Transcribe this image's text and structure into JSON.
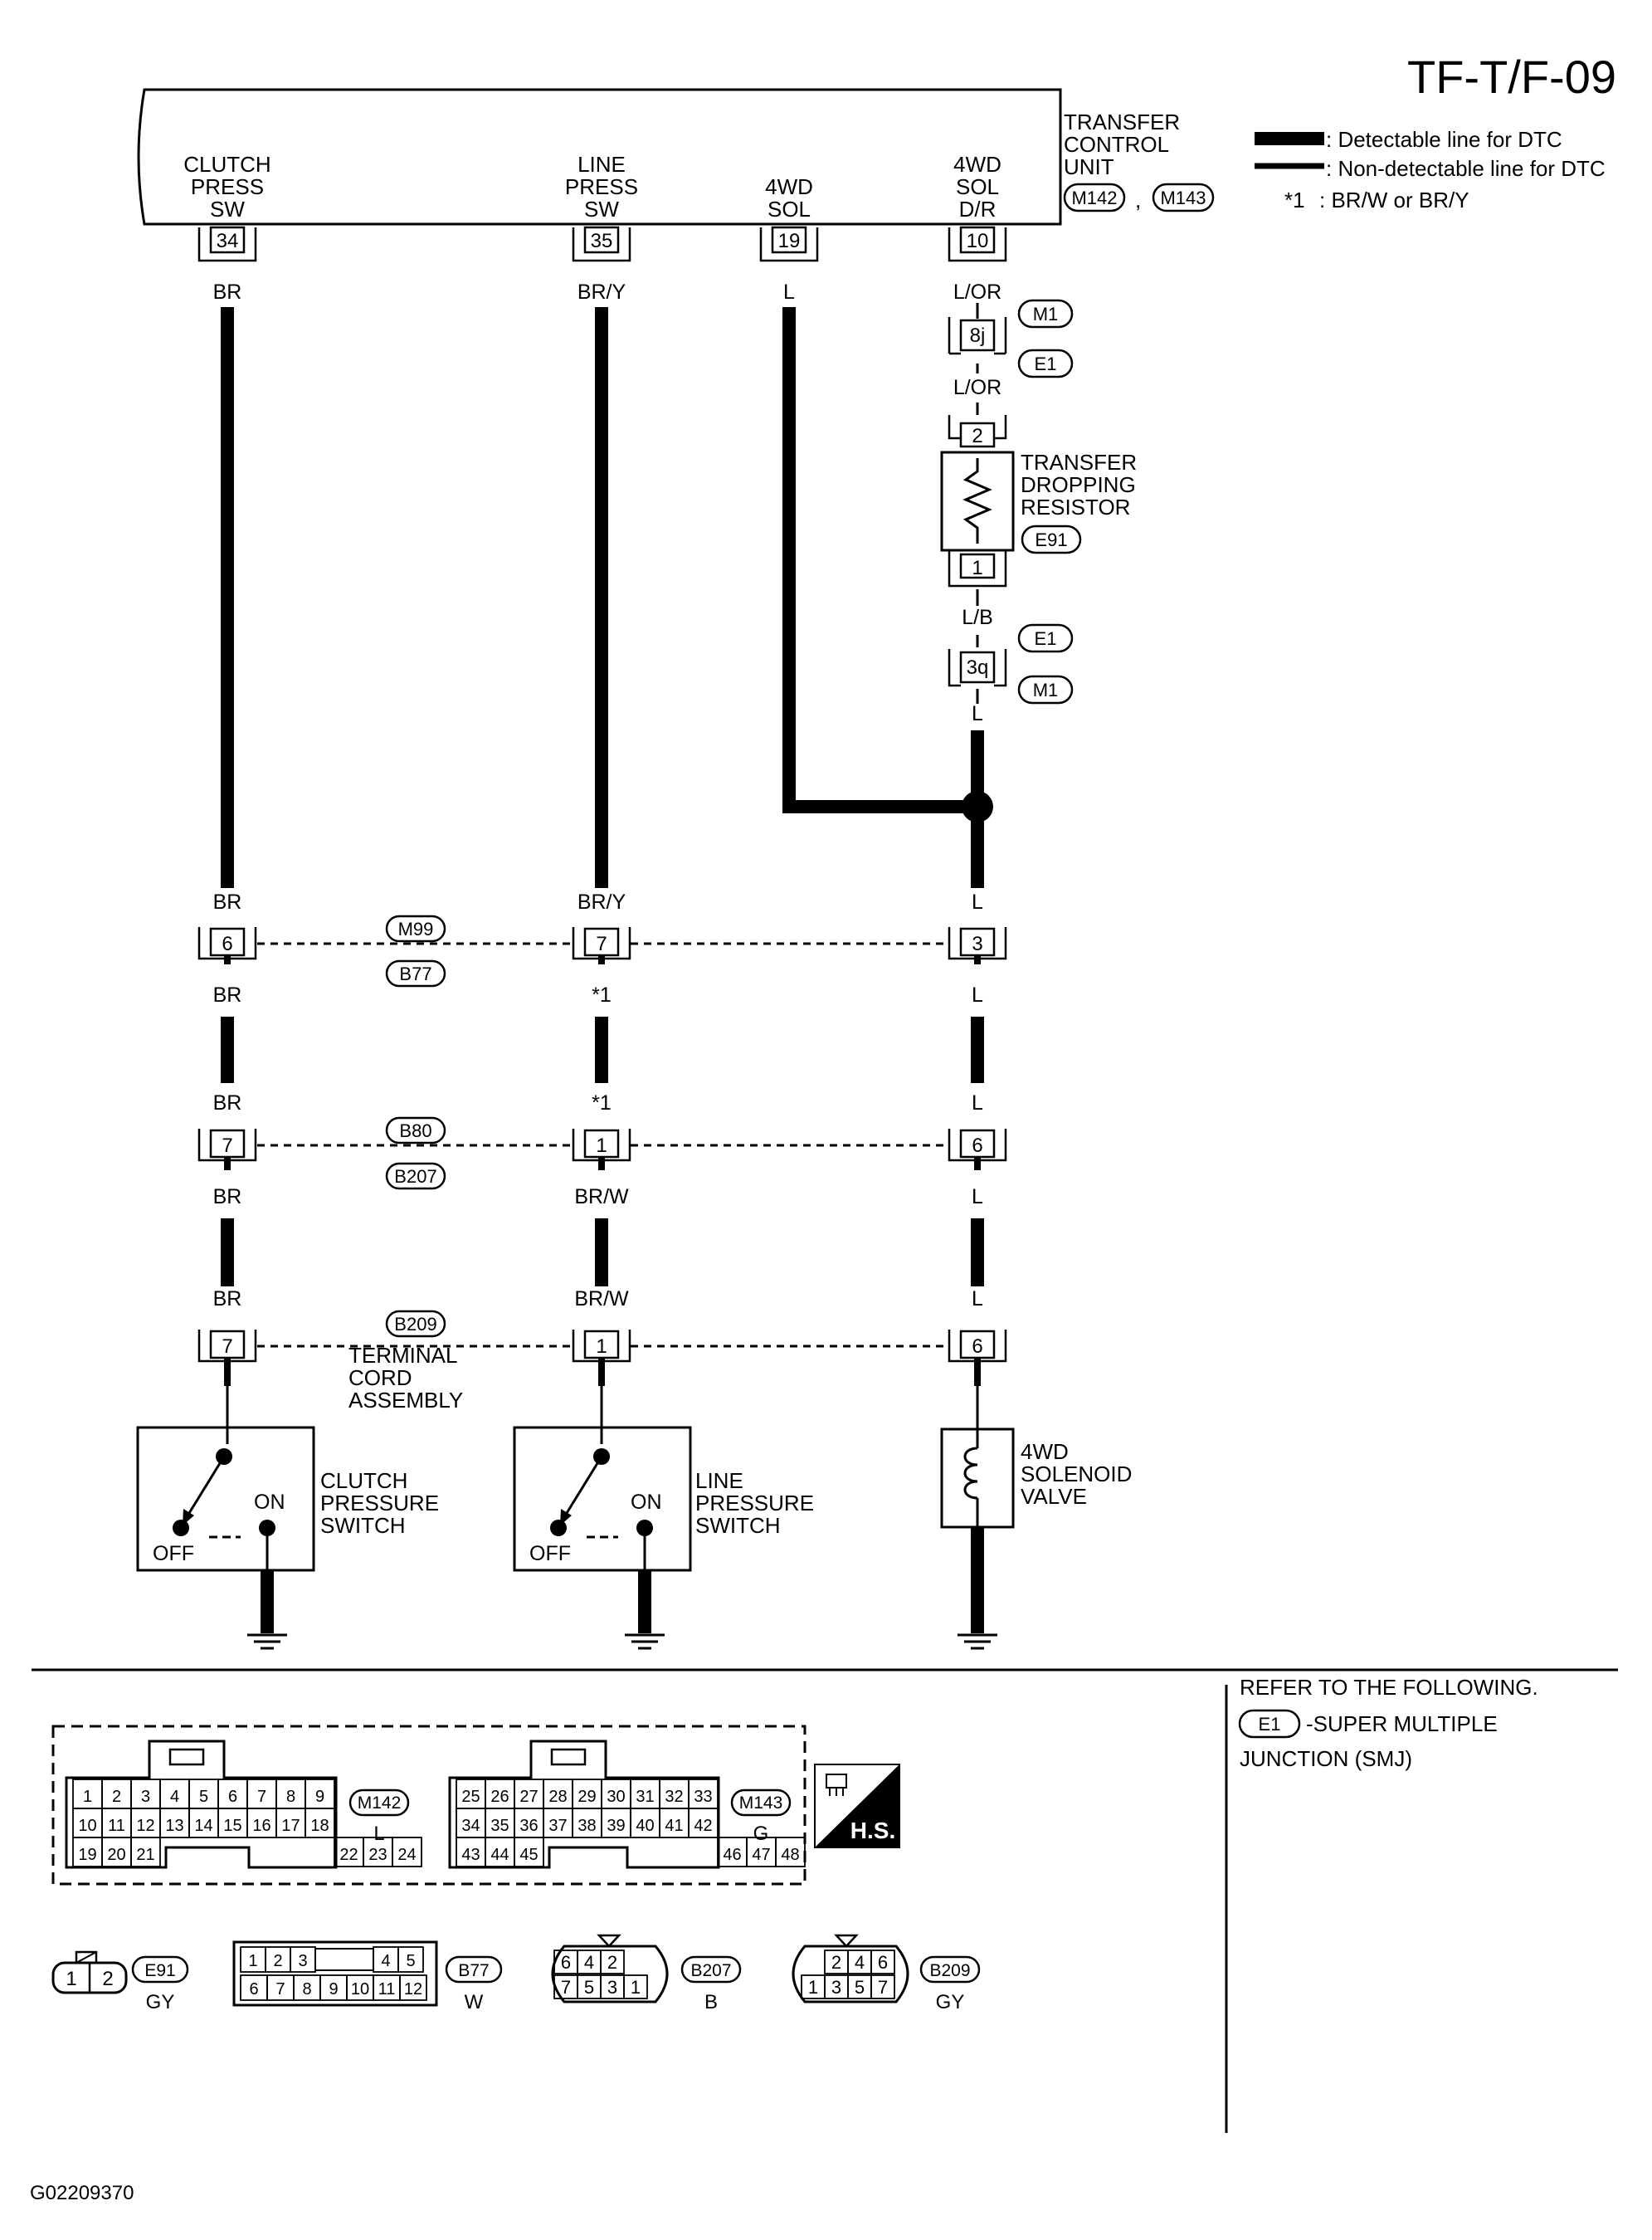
{
  "page_id": "TF-T/F-09",
  "figure_code": "G02209370",
  "legend": {
    "detectable": ": Detectable line for DTC",
    "non_detectable": ": Non-detectable line for DTC",
    "note_mark": "*1",
    "note_text": ": BR/W or BR/Y"
  },
  "tcu": {
    "title": [
      "TRANSFER",
      "CONTROL",
      "UNIT"
    ],
    "connectors": [
      "M142",
      "M143"
    ],
    "comma": ","
  },
  "columns": {
    "clutch": {
      "label": [
        "CLUTCH",
        "PRESS",
        "SW"
      ],
      "pin": "34",
      "wires": [
        "BR",
        "BR",
        "BR",
        "BR",
        "BR",
        "BR"
      ],
      "pins": [
        "6",
        "7",
        "7"
      ],
      "switch": [
        "CLUTCH",
        "PRESSURE",
        "SWITCH"
      ],
      "on": "ON",
      "off": "OFF"
    },
    "line": {
      "label": [
        "LINE",
        "PRESS",
        "SW"
      ],
      "pin": "35",
      "wires": [
        "BR/Y",
        "BR/Y",
        "*1",
        "*1",
        "BR/W",
        "BR/W"
      ],
      "pins": [
        "7",
        "1",
        "1"
      ],
      "switch": [
        "LINE",
        "PRESSURE",
        "SWITCH"
      ],
      "on": "ON",
      "off": "OFF"
    },
    "sol": {
      "label": [
        "4WD",
        "SOL"
      ],
      "pin": "19",
      "wire": "L"
    },
    "sol_dr": {
      "label": [
        "4WD",
        "SOL",
        "D/R"
      ],
      "pin": "10",
      "wire_top": "L/OR",
      "junction1_pin": "8j",
      "junction1_conn": [
        "M1",
        "E1"
      ],
      "wire_mid": "L/OR",
      "resistor_top_pin": "2",
      "resistor_bottom_pin": "1",
      "resistor_label": [
        "TRANSFER",
        "DROPPING",
        "RESISTOR"
      ],
      "resistor_conn": "E91",
      "wire_lb": "L/B",
      "junction2_pin": "3q",
      "junction2_conn": [
        "E1",
        "M1"
      ],
      "wire_l": "L",
      "wires": [
        "L",
        "L",
        "L",
        "L",
        "L"
      ],
      "pins": [
        "3",
        "6",
        "6"
      ],
      "valve_label": [
        "4WD",
        "SOLENOID",
        "VALVE"
      ]
    }
  },
  "row_connectors": {
    "row1": [
      "M99",
      "B77"
    ],
    "row2": [
      "B80",
      "B207"
    ],
    "row3": [
      "B209"
    ],
    "terminal_cord": [
      "TERMINAL",
      "CORD",
      "ASSEMBLY"
    ]
  },
  "footer": {
    "m142": {
      "id": "M142",
      "color": "L",
      "rows": [
        [
          "1",
          "2",
          "3",
          "4",
          "5",
          "6",
          "7",
          "8",
          "9"
        ],
        [
          "10",
          "11",
          "12",
          "13",
          "14",
          "15",
          "16",
          "17",
          "18"
        ],
        [
          "19",
          "20",
          "21",
          "22",
          "23",
          "24"
        ]
      ]
    },
    "m143": {
      "id": "M143",
      "color": "G",
      "rows": [
        [
          "25",
          "26",
          "27",
          "28",
          "29",
          "30",
          "31",
          "32",
          "33"
        ],
        [
          "34",
          "35",
          "36",
          "37",
          "38",
          "39",
          "40",
          "41",
          "42"
        ],
        [
          "43",
          "44",
          "45",
          "46",
          "47",
          "48"
        ]
      ]
    },
    "hs_label": "H.S.",
    "e91": {
      "id": "E91",
      "color": "GY",
      "pins": [
        "1",
        "2"
      ]
    },
    "b77": {
      "id": "B77",
      "color": "W",
      "top": [
        "1",
        "2",
        "3",
        "4",
        "5"
      ],
      "bottom": [
        "6",
        "7",
        "8",
        "9",
        "10",
        "11",
        "12"
      ]
    },
    "b207": {
      "id": "B207",
      "color": "B",
      "top": [
        "6",
        "4",
        "2"
      ],
      "bottom": [
        "7",
        "5",
        "3",
        "1"
      ]
    },
    "b209": {
      "id": "B209",
      "color": "GY",
      "top": [
        "2",
        "4",
        "6"
      ],
      "bottom": [
        "1",
        "3",
        "5",
        "7"
      ]
    },
    "refer": [
      "REFER TO THE FOLLOWING.",
      "-SUPER MULTIPLE",
      "JUNCTION (SMJ)"
    ],
    "refer_conn": "E1"
  }
}
